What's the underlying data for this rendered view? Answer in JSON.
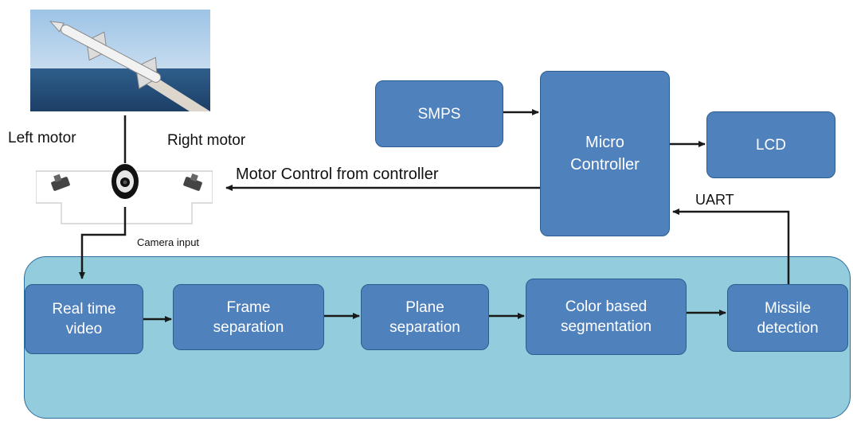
{
  "blocks": {
    "smps": "SMPS",
    "micro_controller": "Micro\nController",
    "lcd": "LCD",
    "real_time_video": "Real time\nvideo",
    "frame_separation": "Frame\nseparation",
    "plane_separation": "Plane\nseparation",
    "color_segmentation": "Color based\nsegmentation",
    "missile_detection": "Missile\ndetection"
  },
  "labels": {
    "left_motor": "Left motor",
    "right_motor": "Right motor",
    "motor_control": "Motor Control from controller",
    "uart": "UART",
    "camera_input": "Camera input"
  },
  "colors": {
    "block_fill": "#4f81bd",
    "panel_fill": "#93cddd",
    "arrow": "#1a1a1a"
  },
  "icons": {
    "photo": "missile-launch-photo",
    "left_motor": "servo-motor-icon",
    "right_motor": "servo-motor-icon",
    "camera": "camera-icon"
  }
}
